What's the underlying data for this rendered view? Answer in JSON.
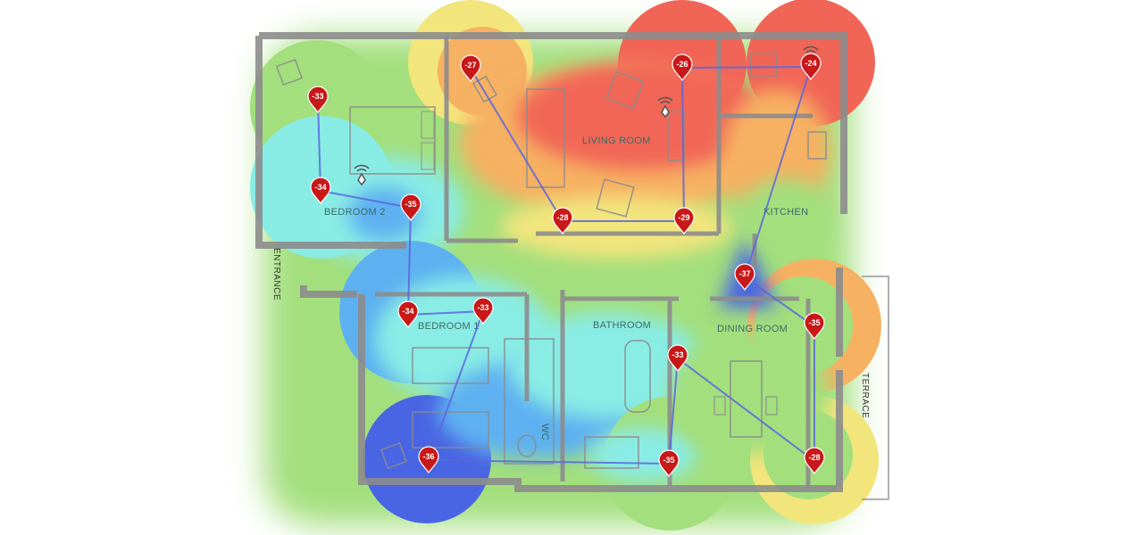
{
  "floorplan": {
    "rooms": [
      {
        "id": "living-room",
        "label": "LIVING ROOM"
      },
      {
        "id": "bedroom-2",
        "label": "BEDROOM 2"
      },
      {
        "id": "kitchen",
        "label": "KITCHEN"
      },
      {
        "id": "bedroom-1",
        "label": "BEDROOM 1"
      },
      {
        "id": "bathroom",
        "label": "BATHROOM"
      },
      {
        "id": "dining-room",
        "label": "DINING ROOM"
      },
      {
        "id": "wc",
        "label": "WC"
      }
    ],
    "side_labels": [
      {
        "id": "entrance",
        "label": "ENTRANCE"
      },
      {
        "id": "terrace",
        "label": "TERRACE"
      }
    ]
  },
  "measurements": [
    {
      "id": "m1",
      "value": "-27"
    },
    {
      "id": "m2",
      "value": "-26"
    },
    {
      "id": "m3",
      "value": "-24"
    },
    {
      "id": "m4",
      "value": "-33"
    },
    {
      "id": "m5",
      "value": "-34"
    },
    {
      "id": "m6",
      "value": "-35"
    },
    {
      "id": "m7",
      "value": "-28"
    },
    {
      "id": "m8",
      "value": "-29"
    },
    {
      "id": "m9",
      "value": "-37"
    },
    {
      "id": "m10",
      "value": "-34"
    },
    {
      "id": "m11",
      "value": "-33"
    },
    {
      "id": "m12",
      "value": "-35"
    },
    {
      "id": "m13",
      "value": "-33"
    },
    {
      "id": "m14",
      "value": "-36"
    },
    {
      "id": "m15",
      "value": "-35"
    },
    {
      "id": "m16",
      "value": "-28"
    }
  ],
  "route": [
    "m1",
    "m7",
    "m8",
    "m2",
    "m3",
    "m9",
    "m12",
    "m16",
    "m13",
    "m15",
    "m14",
    "m11",
    "m10",
    "m6",
    "m5",
    "m4"
  ],
  "access_points": [
    {
      "id": "ap-bedroom-2"
    },
    {
      "id": "ap-living-room"
    },
    {
      "id": "ap-kitchen"
    }
  ],
  "colors": {
    "strong": "#ee4433",
    "good": "#f5a040",
    "fair": "#f0e060",
    "ok": "#8fd860",
    "weak": "#6fe8e0",
    "poor": "#3aa0ee",
    "very_poor": "#2244dd",
    "pin": "#c81818",
    "route": "#5b66dd",
    "wall": "#8c8c8c"
  }
}
